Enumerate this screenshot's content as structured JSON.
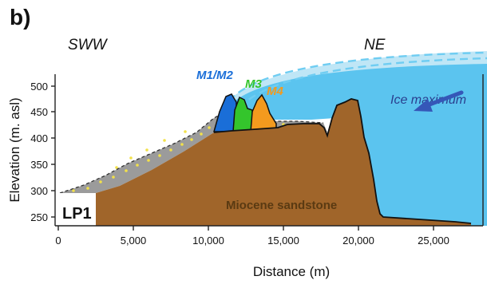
{
  "panel_label": "b)",
  "orientation": {
    "left": "SWW",
    "right": "NE"
  },
  "axes": {
    "x_label": "Distance (m)",
    "y_label": "Elevation (m. asl)",
    "x_ticks": [
      "0",
      "5,000",
      "10,000",
      "15,000",
      "20,000",
      "25,000"
    ],
    "y_ticks": [
      "500",
      "450",
      "400",
      "350",
      "300",
      "250"
    ]
  },
  "annotations": {
    "moraine_m1_m2": "M1/M2",
    "moraine_m3": "M3",
    "moraine_m4": "M4",
    "ice": "Ice maximum",
    "bedrock": "Miocene sandstone",
    "site": "LP1"
  },
  "colors": {
    "ice": "#5bc4ef",
    "ice_pale": "#bfe6f6",
    "sandstone": "#a0652a",
    "sandstone_text": "#5a3a12",
    "gravel": "#9b9b9b",
    "gravel_dots": "#f2e14a",
    "m1_m2": "#1a6ed8",
    "m3": "#34c52c",
    "m4": "#f39a1e",
    "arrow": "#3557b8",
    "ice_text": "#2a3f8f"
  }
}
